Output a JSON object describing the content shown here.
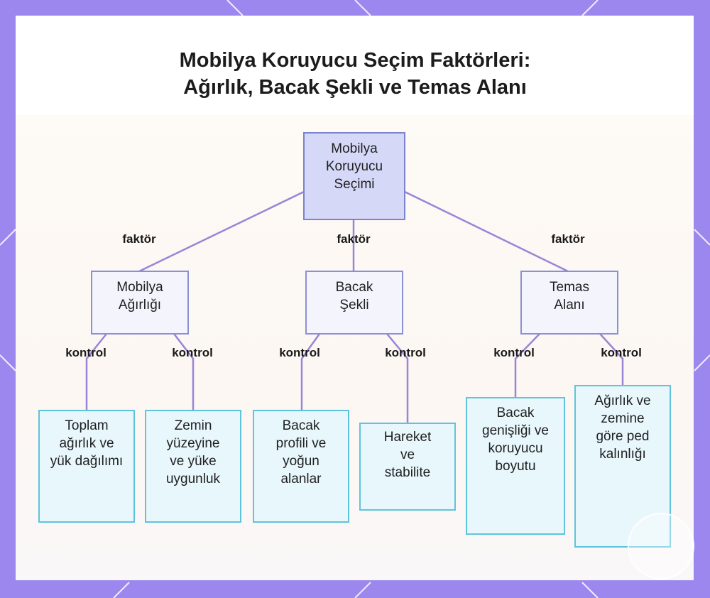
{
  "title": {
    "line1": "Mobilya Koruyucu Seçim Faktörleri:",
    "line2": "Ağırlık, Bacak Şekli ve Temas Alanı"
  },
  "nodes": {
    "root": "Mobilya Koruyucu Seçimi",
    "weight": "Mobilya Ağırlığı",
    "leg_shape": "Bacak Şekli",
    "contact_area": "Temas Alanı",
    "leaf_total_weight": "Toplam ağırlık ve yük dağılımı",
    "leaf_floor_fit": "Zemin yüzeyine ve yüke uygunluk",
    "leaf_leg_profile": "Bacak profili ve yoğun alanlar",
    "leaf_movement": "Hareket ve stabilite",
    "leaf_leg_width": "Bacak genişliği ve koruyucu boyutu",
    "leaf_pad_thickness": "Ağırlık ve zemine göre ped kalınlığı"
  },
  "edge_labels": {
    "factor": "faktör",
    "control": "kontrol"
  },
  "colors": {
    "frame": "#9b87ee",
    "edge": "#9a84d6",
    "root_fill": "#d6d8f8",
    "mid_fill": "#f4f4fd",
    "leaf_fill": "#e8f7fc",
    "leaf_border": "#5ec4dc"
  }
}
